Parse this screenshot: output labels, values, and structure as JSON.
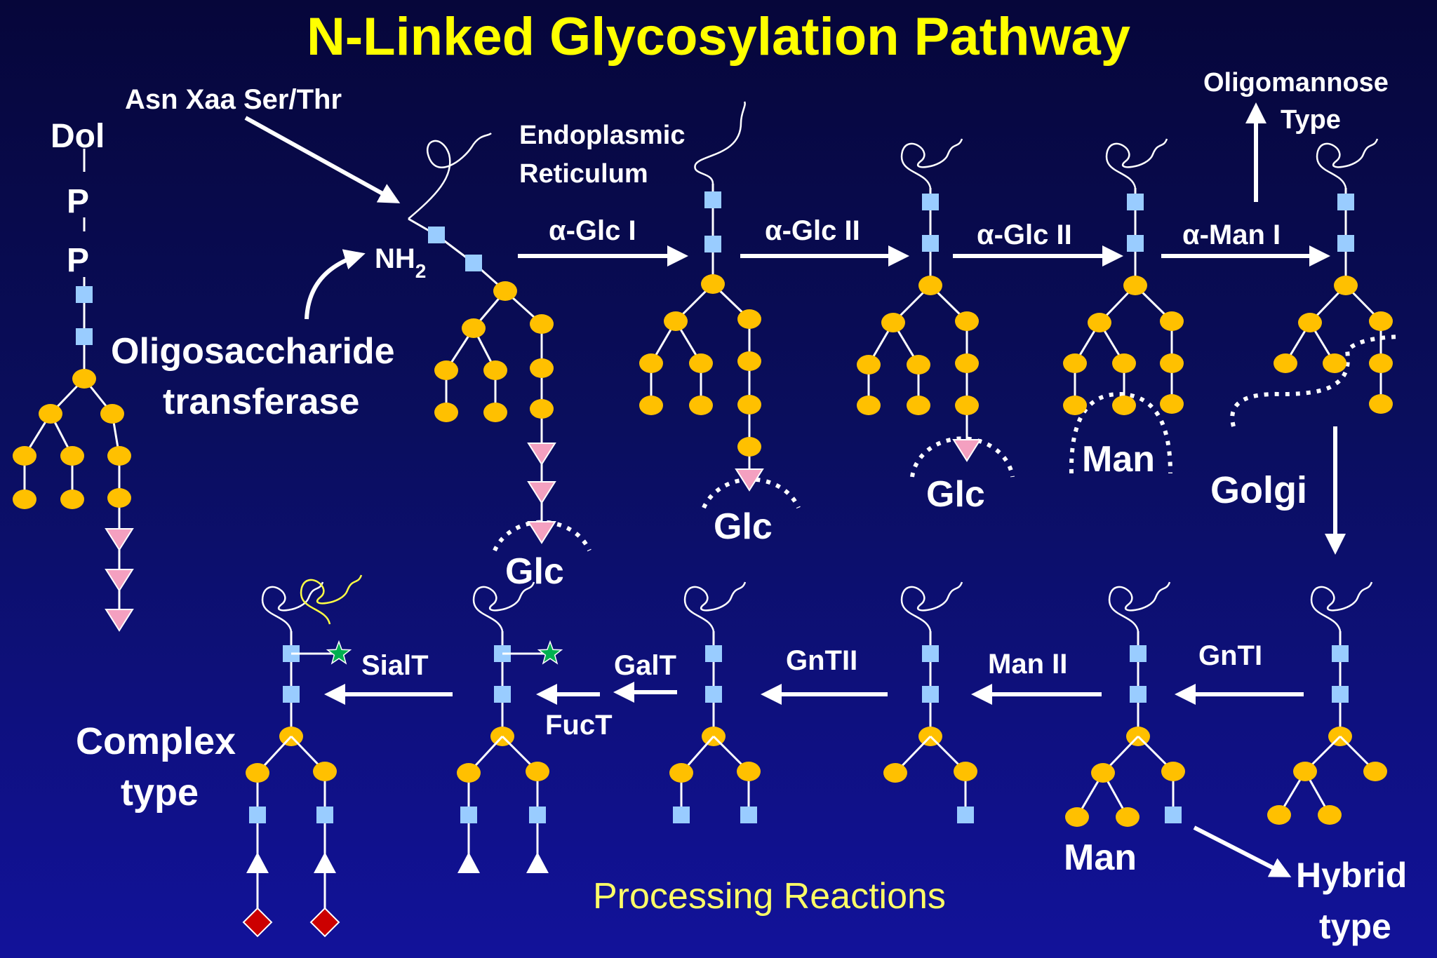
{
  "title": "N-Linked Glycosylation Pathway",
  "colors": {
    "background": "#0a0e5e",
    "title": "#ffff00",
    "text": "#ffffff",
    "mannose": "#ffc000",
    "glcnac": "#99ccff",
    "glucose": "#f4a0c0",
    "galactose": "#ffffff",
    "sialic_acid": "#cc0000",
    "fucose": "#00b050",
    "processing_label": "#ffff66"
  },
  "labels": {
    "dol": "Dol",
    "p1": "P",
    "p2": "P",
    "sequon": "Asn Xaa Ser/Thr",
    "nh2": "NH",
    "nh2_sub": "2",
    "ost_line1": "Oligosaccharide",
    "ost_line2": "transferase",
    "er_line1": "Endoplasmic",
    "er_line2": "Reticulum",
    "glc1": "Glc",
    "glc2": "Glc",
    "glc3": "Glc",
    "man_er": "Man",
    "oligomannose_line1": "Oligomannose",
    "oligomannose_line2": "Type",
    "golgi": "Golgi",
    "man_golgi": "Man",
    "hybrid_line1": "Hybrid",
    "hybrid_line2": "type",
    "complex_line1": "Complex",
    "complex_line2": "type",
    "processing": "Processing Reactions"
  },
  "enzymes": {
    "alpha_glc_1": "α-Glc I",
    "alpha_glc_2a": "α-Glc II",
    "alpha_glc_2b": "α-Glc II",
    "alpha_man_1": "α-Man I",
    "gnt1": "GnTI",
    "man2": "Man II",
    "gnt2": "GnTII",
    "galt": "GalT",
    "fuct": "FucT",
    "sialt": "SialT"
  },
  "icons": {
    "mannose": "yellow-circle",
    "glcnac": "blue-square",
    "glucose": "pink-triangle",
    "galactose": "white-triangle",
    "sialic_acid": "red-diamond",
    "fucose": "green-star",
    "protein": "squiggle-line"
  }
}
